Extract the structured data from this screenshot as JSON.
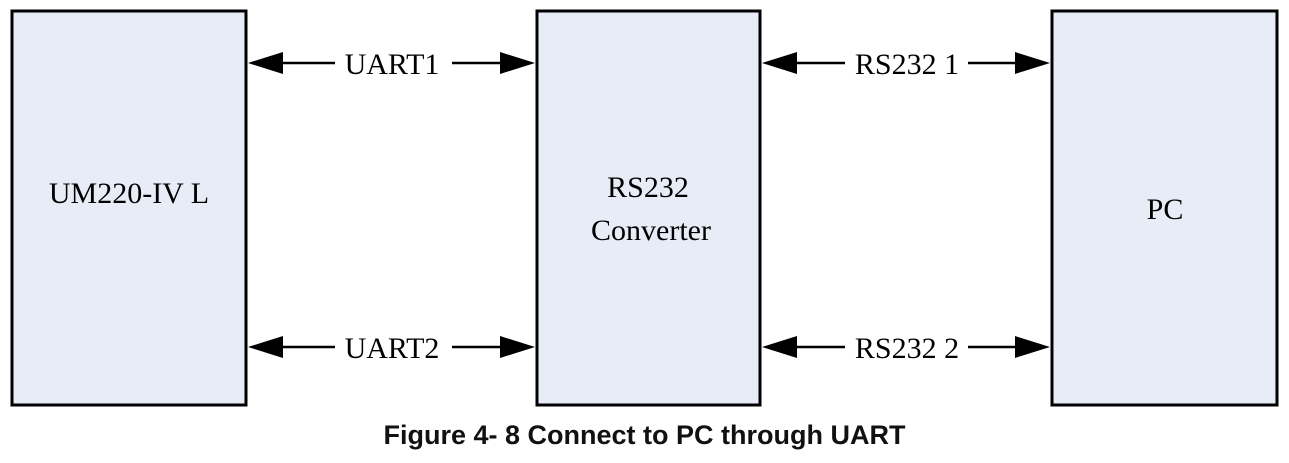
{
  "diagram": {
    "blocks": [
      {
        "id": "um220",
        "label_lines": [
          "UM220-IV L"
        ]
      },
      {
        "id": "converter",
        "label_lines": [
          "RS232",
          "Converter"
        ]
      },
      {
        "id": "pc",
        "label_lines": [
          "PC"
        ]
      }
    ],
    "connections": [
      {
        "from": "um220",
        "to": "converter",
        "label": "UART1",
        "direction": "bidirectional"
      },
      {
        "from": "um220",
        "to": "converter",
        "label": "UART2",
        "direction": "bidirectional"
      },
      {
        "from": "converter",
        "to": "pc",
        "label": "RS232 1",
        "direction": "bidirectional"
      },
      {
        "from": "converter",
        "to": "pc",
        "label": "RS232 2",
        "direction": "bidirectional"
      }
    ],
    "caption": "Figure 4- 8 Connect to PC through UART"
  }
}
